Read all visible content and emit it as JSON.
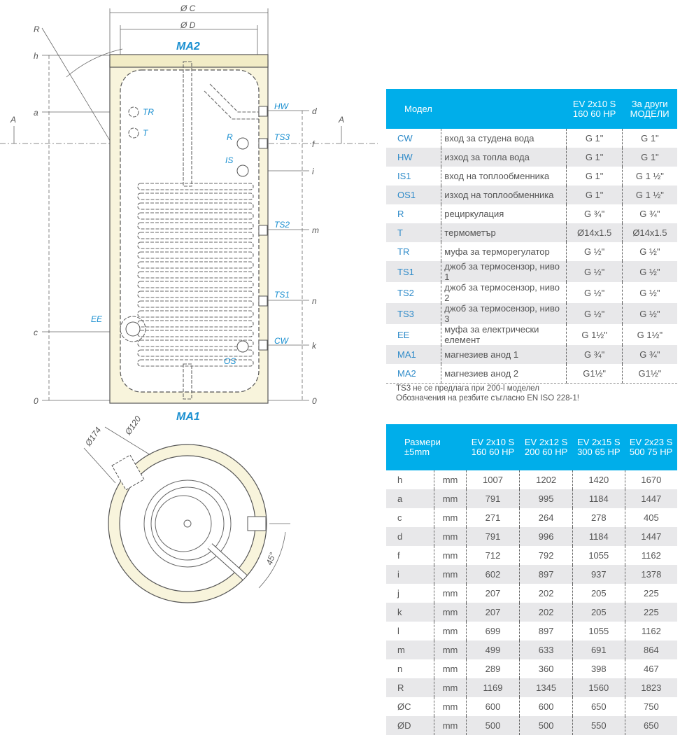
{
  "diagram": {
    "top_label": "MA2",
    "bottom_label": "MA1",
    "left_labels": {
      "tr": "TR",
      "t": "T",
      "r": "R",
      "is": "IS",
      "ee": "EE",
      "os": "OS"
    },
    "right_labels": {
      "hw": "HW",
      "ts3": "TS3",
      "ts2": "TS2",
      "ts1": "TS1",
      "cw": "CW"
    },
    "dims_left": {
      "h": "h",
      "a": "a",
      "c": "c",
      "zero": "0",
      "r": "R"
    },
    "dims_right": {
      "d": "d",
      "f": "f",
      "i": "i",
      "m": "m",
      "n": "n",
      "k": "k",
      "zero": "0"
    },
    "section": "A",
    "dia_c": "Ø C",
    "dia_d": "Ø D",
    "bottom_view": {
      "d174": "Ø174",
      "d120": "Ø120",
      "angle": "45°"
    }
  },
  "connections_table": {
    "headers": [
      "Модел",
      "EV 2x10 S\n160 60 HP",
      "За други\nМОДЕЛИ"
    ],
    "rows": [
      [
        "CW",
        "вход за студена вода",
        "G 1\"",
        "G 1\""
      ],
      [
        "HW",
        "изход за топла вода",
        "G 1\"",
        "G 1\""
      ],
      [
        "IS1",
        "вход на топлообменника",
        "G 1\"",
        "G 1 ½\""
      ],
      [
        "OS1",
        "изход на топлообменника",
        "G 1\"",
        "G 1 ½\""
      ],
      [
        "R",
        "рециркулация",
        "G ¾\"",
        "G ¾\""
      ],
      [
        "T",
        "термометър",
        "Ø14x1.5",
        "Ø14x1.5"
      ],
      [
        "TR",
        "муфа за терморегулатор",
        "G ½\"",
        "G ½\""
      ],
      [
        "TS1",
        "джоб за термосензор, ниво 1",
        "G ½\"",
        "G ½\""
      ],
      [
        "TS2",
        "джоб за термосензор, ниво 2",
        "G ½\"",
        "G ½\""
      ],
      [
        "TS3",
        "джоб за термосензор, ниво 3",
        "G ½\"",
        "G ½\""
      ],
      [
        "EE",
        "муфа за електрически елемент",
        "G 1½\"",
        "G 1½\""
      ],
      [
        "MA1",
        "магнезиев анод 1",
        "G ¾\"",
        "G ¾\""
      ],
      [
        "MA2",
        "магнезиев анод 2",
        "G1½\"",
        "G1½\""
      ]
    ]
  },
  "notes": [
    "TS3 не се предлага при 200-l моделел",
    "Обозначения на резбите съгласно EN ISO 228-1!"
  ],
  "dimensions_table": {
    "headers": [
      "Размери\n±5mm",
      "EV 2x10 S\n160 60 HP",
      "EV 2x12 S\n200 60 HP",
      "EV 2x15 S\n300 65 HP",
      "EV 2x23 S\n500 75 HP"
    ],
    "rows": [
      [
        "h",
        "mm",
        "1007",
        "1202",
        "1420",
        "1670"
      ],
      [
        "a",
        "mm",
        "791",
        "995",
        "1184",
        "1447"
      ],
      [
        "c",
        "mm",
        "271",
        "264",
        "278",
        "405"
      ],
      [
        "d",
        "mm",
        "791",
        "996",
        "1184",
        "1447"
      ],
      [
        "f",
        "mm",
        "712",
        "792",
        "1055",
        "1162"
      ],
      [
        "i",
        "mm",
        "602",
        "897",
        "937",
        "1378"
      ],
      [
        "j",
        "mm",
        "207",
        "202",
        "205",
        "225"
      ],
      [
        "k",
        "mm",
        "207",
        "202",
        "205",
        "225"
      ],
      [
        "l",
        "mm",
        "699",
        "897",
        "1055",
        "1162"
      ],
      [
        "m",
        "mm",
        "499",
        "633",
        "691",
        "864"
      ],
      [
        "n",
        "mm",
        "289",
        "360",
        "398",
        "467"
      ],
      [
        "R",
        "mm",
        "1169",
        "1345",
        "1560",
        "1823"
      ],
      [
        "ØC",
        "mm",
        "600",
        "600",
        "650",
        "750"
      ],
      [
        "ØD",
        "mm",
        "500",
        "500",
        "550",
        "650"
      ]
    ]
  }
}
